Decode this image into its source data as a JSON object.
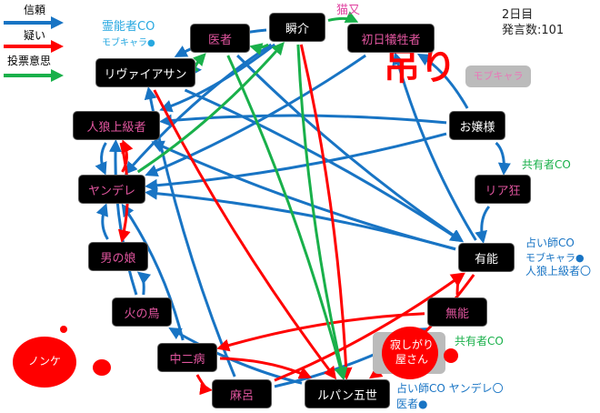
{
  "legend": {
    "trust": "信頼",
    "doubt": "疑い",
    "vote": "投票意思"
  },
  "colors": {
    "trust": "#1874c4",
    "doubt": "#ff0000",
    "vote": "#19b04a",
    "dead_name": "#e0559e"
  },
  "info": {
    "day": "2日目",
    "posts": "発言数:101"
  },
  "hanged": {
    "label": "吊り",
    "target": "モブキャラ"
  },
  "victims": {
    "nonke": "ノンケ",
    "sabishigari_line1": "寂しがり",
    "sabishigari_line2": "屋さん"
  },
  "nodes": [
    {
      "id": "isha",
      "label": "医者",
      "dead": true
    },
    {
      "id": "shunsuke",
      "label": "瞬介",
      "dead": false
    },
    {
      "id": "shonichi",
      "label": "初日犠牲者",
      "dead": true
    },
    {
      "id": "leviathan",
      "label": "リヴァイアサン",
      "dead": false
    },
    {
      "id": "jinro",
      "label": "人狼上級者",
      "dead": true
    },
    {
      "id": "ojousama",
      "label": "お嬢様",
      "dead": false
    },
    {
      "id": "yandere",
      "label": "ヤンデレ",
      "dead": true
    },
    {
      "id": "riakyo",
      "label": "リア狂",
      "dead": true
    },
    {
      "id": "otokonoko",
      "label": "男の娘",
      "dead": true
    },
    {
      "id": "yuno",
      "label": "有能",
      "dead": false
    },
    {
      "id": "hinotori",
      "label": "火の鳥",
      "dead": true
    },
    {
      "id": "muno",
      "label": "無能",
      "dead": true
    },
    {
      "id": "chuni",
      "label": "中二病",
      "dead": true
    },
    {
      "id": "maro",
      "label": "麻呂",
      "dead": true
    },
    {
      "id": "lupin",
      "label": "ルパン五世",
      "dead": false
    }
  ],
  "annotations": {
    "nekomata": "猫又",
    "reinou_co": "霊能者CO",
    "reinou_result": "モブキャラ●",
    "kyouyuu_co_1": "共有者CO",
    "uranai_co_1": "占い師CO",
    "uranai_1_result_1": "モブキャラ●",
    "uranai_1_result_2": "人狼上級者〇",
    "kyouyuu_co_2": "共有者CO",
    "uranai_co_2": "占い師CO ヤンデレ〇",
    "uranai_2_result": "医者●"
  },
  "edges": [
    {
      "from": "isha",
      "to": "leviathan",
      "type": "trust"
    },
    {
      "from": "shunsuke",
      "to": "leviathan",
      "type": "trust"
    },
    {
      "from": "shunsuke",
      "to": "jinro",
      "type": "trust"
    },
    {
      "from": "shunsuke",
      "to": "yandere",
      "type": "trust"
    },
    {
      "from": "shonichi",
      "to": "yandere",
      "type": "trust"
    },
    {
      "from": "isha",
      "to": "yuno",
      "type": "trust"
    },
    {
      "from": "leviathan",
      "to": "yuno",
      "type": "trust"
    },
    {
      "from": "ojousama",
      "to": "jinro",
      "type": "trust"
    },
    {
      "from": "ojousama",
      "to": "yandere",
      "type": "trust"
    },
    {
      "from": "ojousama",
      "to": "shonichi",
      "type": "trust"
    },
    {
      "from": "ojousama",
      "to": "riakyo",
      "type": "trust"
    },
    {
      "from": "riakyo",
      "to": "yuno",
      "type": "trust"
    },
    {
      "from": "yuno",
      "to": "jinro",
      "type": "trust"
    },
    {
      "from": "yuno",
      "to": "yandere",
      "type": "trust"
    },
    {
      "from": "yuno",
      "to": "shonichi",
      "type": "trust"
    },
    {
      "from": "jinro",
      "to": "yandere",
      "type": "trust"
    },
    {
      "from": "otokonoko",
      "to": "yandere",
      "type": "trust"
    },
    {
      "from": "hinotori",
      "to": "otokonoko",
      "type": "trust"
    },
    {
      "from": "hinotori",
      "to": "jinro",
      "type": "trust"
    },
    {
      "from": "chuni",
      "to": "yandere",
      "type": "trust"
    },
    {
      "from": "maro",
      "to": "leviathan",
      "type": "trust"
    },
    {
      "from": "maro",
      "to": "muno",
      "type": "trust"
    },
    {
      "from": "lupin",
      "to": "hinotori",
      "type": "trust"
    },
    {
      "from": "leviathan",
      "to": "lupin",
      "type": "doubt"
    },
    {
      "from": "shunsuke",
      "to": "lupin",
      "type": "doubt"
    },
    {
      "from": "yandere",
      "to": "jinro",
      "type": "doubt"
    },
    {
      "from": "jinro",
      "to": "otokonoko",
      "type": "doubt"
    },
    {
      "from": "chuni",
      "to": "maro",
      "type": "doubt"
    },
    {
      "from": "chuni",
      "to": "lupin",
      "type": "doubt"
    },
    {
      "from": "muno",
      "to": "chuni",
      "type": "doubt"
    },
    {
      "from": "muno",
      "to": "yuno",
      "type": "doubt"
    },
    {
      "from": "maro",
      "to": "yuno",
      "type": "doubt"
    },
    {
      "from": "yuno",
      "to": "lupin",
      "type": "doubt"
    },
    {
      "from": "leviathan",
      "to": "isha",
      "type": "vote"
    },
    {
      "from": "shunsuke",
      "to": "isha",
      "type": "vote"
    },
    {
      "from": "shunsuke",
      "to": "lupin",
      "type": "vote"
    },
    {
      "from": "isha",
      "to": "lupin",
      "type": "vote"
    },
    {
      "from": "yandere",
      "to": "shunsuke",
      "type": "vote"
    },
    {
      "from": "shunsuke",
      "to": "shonichi",
      "type": "vote"
    }
  ]
}
